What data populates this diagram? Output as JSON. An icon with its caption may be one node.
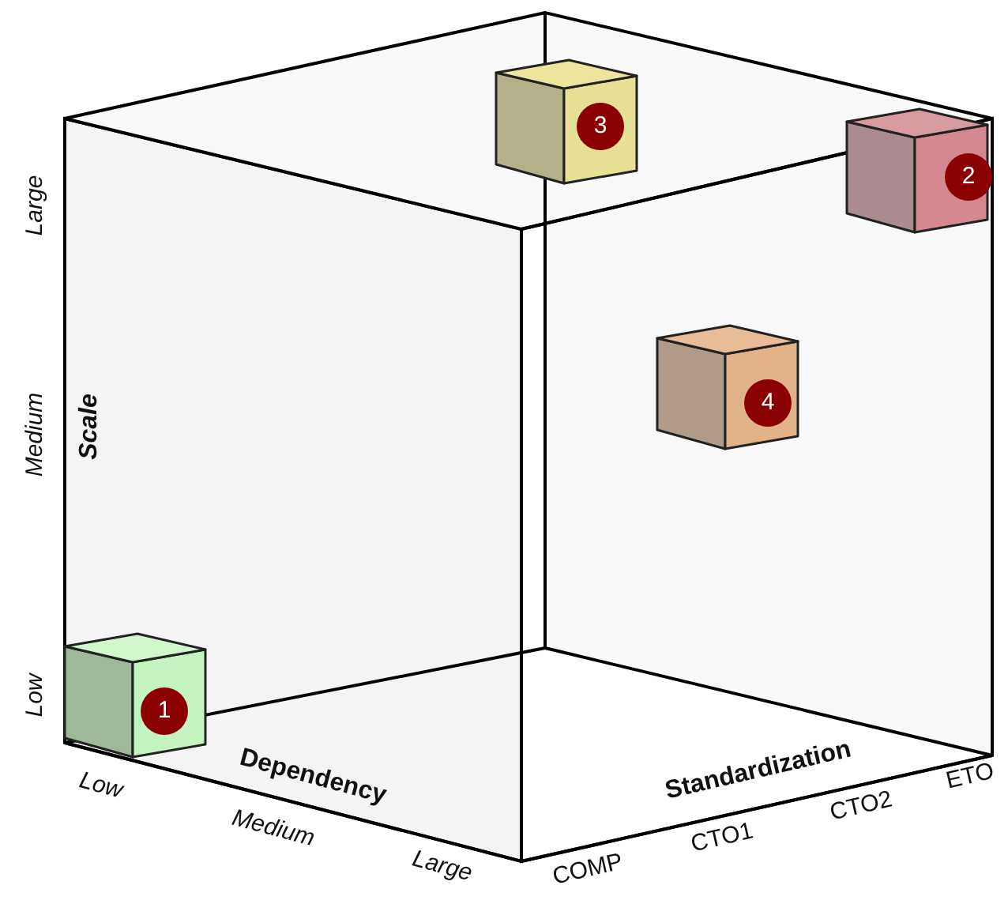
{
  "diagram": {
    "nodes": [
      {
        "text": [
          "1"
        ]
      },
      {
        "text": [
          "2"
        ]
      },
      {
        "text": [
          "3"
        ]
      },
      {
        "text": [
          "4"
        ]
      }
    ],
    "labels": [
      "Large",
      "Medium",
      "Scale",
      "Low",
      "Dependency",
      "Low",
      "Medium",
      "Large",
      "Standardization",
      "COMP",
      "CTO1",
      "CTO2",
      "ETO"
    ]
  }
}
